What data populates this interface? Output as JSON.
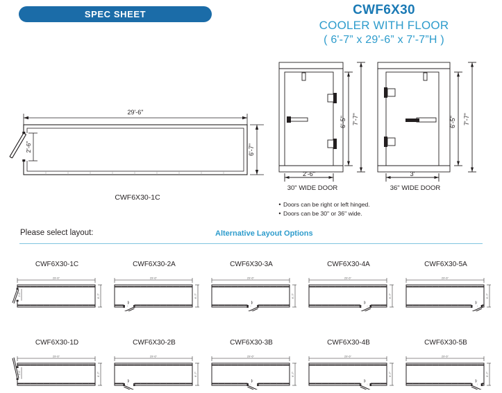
{
  "header": {
    "spec_pill_label": "SPEC SHEET",
    "model": "CWF6X30",
    "description": "COOLER WITH FLOOR",
    "dimensions": "( 6'-7” x 29'-6” x 7'-7”H )",
    "pill_color": "#1b6ca8",
    "model_color": "#1b7ab5",
    "desc_color": "#2e9ccc"
  },
  "floor_plan": {
    "caption": "CWF6X30-1C",
    "length_dim": "29'-6\"",
    "depth_dim": "6'-7\"",
    "door_dim": "2'-6\""
  },
  "elevations": [
    {
      "caption": "30\" WIDE DOOR",
      "width_dim": "2'-6\"",
      "door_height_dim": "6'-5\"",
      "overall_height_dim": "7'-7\"",
      "hinge_side": "right"
    },
    {
      "caption": "36\" WIDE DOOR",
      "width_dim": "3'",
      "door_height_dim": "6'-5\"",
      "overall_height_dim": "7'-7\"",
      "hinge_side": "left"
    }
  ],
  "notes": [
    "Doors can be right or left hinged.",
    "Doors can be 30\" or 36\" wide."
  ],
  "select_bar": {
    "select_label": "Please select layout:",
    "alt_label": "Alternative Layout Options",
    "rule_color": "#7fc4e0"
  },
  "layouts": [
    {
      "label": "CWF6X30-1C",
      "length_dim": "29'-6\"",
      "depth_dim": "6'-7\"",
      "door_dim": "2'-6\"",
      "door_wall": "left",
      "door_pos": 0.3,
      "swing": "down"
    },
    {
      "label": "CWF6X30-2A",
      "length_dim": "29'-6\"",
      "depth_dim": "6'-7\"",
      "door_dim": "3'",
      "door_wall": "bottom",
      "door_pos": 0.12,
      "swing": "left"
    },
    {
      "label": "CWF6X30-3A",
      "length_dim": "29'-6\"",
      "depth_dim": "6'-7\"",
      "door_dim": "3'",
      "door_wall": "bottom",
      "door_pos": 0.46,
      "swing": "left"
    },
    {
      "label": "CWF6X30-4A",
      "length_dim": "29'-6\"",
      "depth_dim": "6'-7\"",
      "door_dim": "3'",
      "door_wall": "bottom",
      "door_pos": 0.66,
      "swing": "left"
    },
    {
      "label": "CWF6X30-5A",
      "length_dim": "29'-6\"",
      "depth_dim": "6'-7\"",
      "door_dim": "3'",
      "door_wall": "bottom",
      "door_pos": 0.84,
      "swing": "left"
    },
    {
      "label": "CWF6X30-1D",
      "length_dim": "29'-6\"",
      "depth_dim": "6'-7\"",
      "door_dim": "2'-6\"",
      "door_wall": "left",
      "door_pos": 0.3,
      "swing": "up"
    },
    {
      "label": "CWF6X30-2B",
      "length_dim": "29'-6\"",
      "depth_dim": "6'-7\"",
      "door_dim": "3'",
      "door_wall": "bottom",
      "door_pos": 0.12,
      "swing": "right"
    },
    {
      "label": "CWF6X30-3B",
      "length_dim": "29'-6\"",
      "depth_dim": "6'-7\"",
      "door_dim": "3'",
      "door_wall": "bottom",
      "door_pos": 0.46,
      "swing": "right"
    },
    {
      "label": "CWF6X30-4B",
      "length_dim": "29'-6\"",
      "depth_dim": "6'-7\"",
      "door_dim": "3'",
      "door_wall": "bottom",
      "door_pos": 0.66,
      "swing": "right"
    },
    {
      "label": "CWF6X30-5B",
      "length_dim": "29'-6\"",
      "depth_dim": "6'-7\"",
      "door_dim": "3'",
      "door_wall": "bottom",
      "door_pos": 0.84,
      "swing": "right"
    }
  ]
}
